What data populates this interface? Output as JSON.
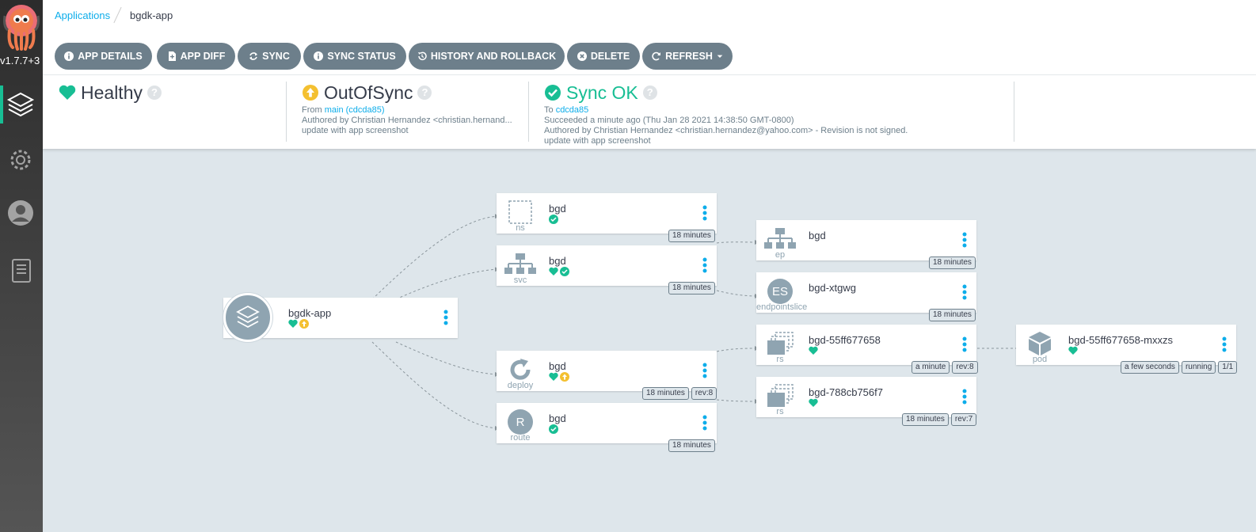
{
  "version": "v1.7.7+3",
  "breadcrumb": {
    "link": "Applications",
    "current": "bgdk-app"
  },
  "toolbar": {
    "app_details": "APP DETAILS",
    "app_diff": "APP DIFF",
    "sync": "SYNC",
    "sync_status": "SYNC STATUS",
    "history": "HISTORY AND ROLLBACK",
    "delete": "DELETE",
    "refresh": "REFRESH"
  },
  "health": {
    "label": "Healthy",
    "color": "#18be94"
  },
  "sync_state": {
    "label": "OutOfSync",
    "from_prefix": "From",
    "from_link": "main (cdcda85)",
    "author": "Authored by Christian Hernandez <christian.hernand...",
    "message": "update with app screenshot",
    "color": "#f4c030"
  },
  "sync_result": {
    "label": "Sync OK",
    "to_prefix": "To",
    "to_link": "cdcda85",
    "succeeded": "Succeeded a minute ago (Thu Jan 28 2021 14:38:50 GMT-0800)",
    "author": "Authored by Christian Hernandez <christian.hernandez@yahoo.com> - Revision is not signed.",
    "message": "update with app screenshot",
    "color": "#18be94"
  },
  "graph": {
    "app": {
      "name": "bgdk-app"
    },
    "ns": {
      "name": "bgd",
      "kind": "ns",
      "age": "18 minutes"
    },
    "svc": {
      "name": "bgd",
      "kind": "svc",
      "age": "18 minutes"
    },
    "deploy": {
      "name": "bgd",
      "kind": "deploy",
      "age": "18 minutes",
      "rev": "rev:8"
    },
    "route": {
      "name": "bgd",
      "kind": "route",
      "icon_text": "R",
      "age": "18 minutes"
    },
    "ep": {
      "name": "bgd",
      "kind": "ep",
      "age": "18 minutes"
    },
    "endpointslice": {
      "name": "bgd-xtgwg",
      "kind": "endpointslice",
      "icon_text": "ES",
      "age": "18 minutes"
    },
    "rs1": {
      "name": "bgd-55ff677658",
      "kind": "rs",
      "age": "a minute",
      "rev": "rev:8"
    },
    "rs2": {
      "name": "bgd-788cb756f7",
      "kind": "rs",
      "age": "18 minutes",
      "rev": "rev:7"
    },
    "pod": {
      "name": "bgd-55ff677658-mxxzs",
      "kind": "pod",
      "age": "a few seconds",
      "state": "running",
      "ready": "1/1"
    }
  }
}
